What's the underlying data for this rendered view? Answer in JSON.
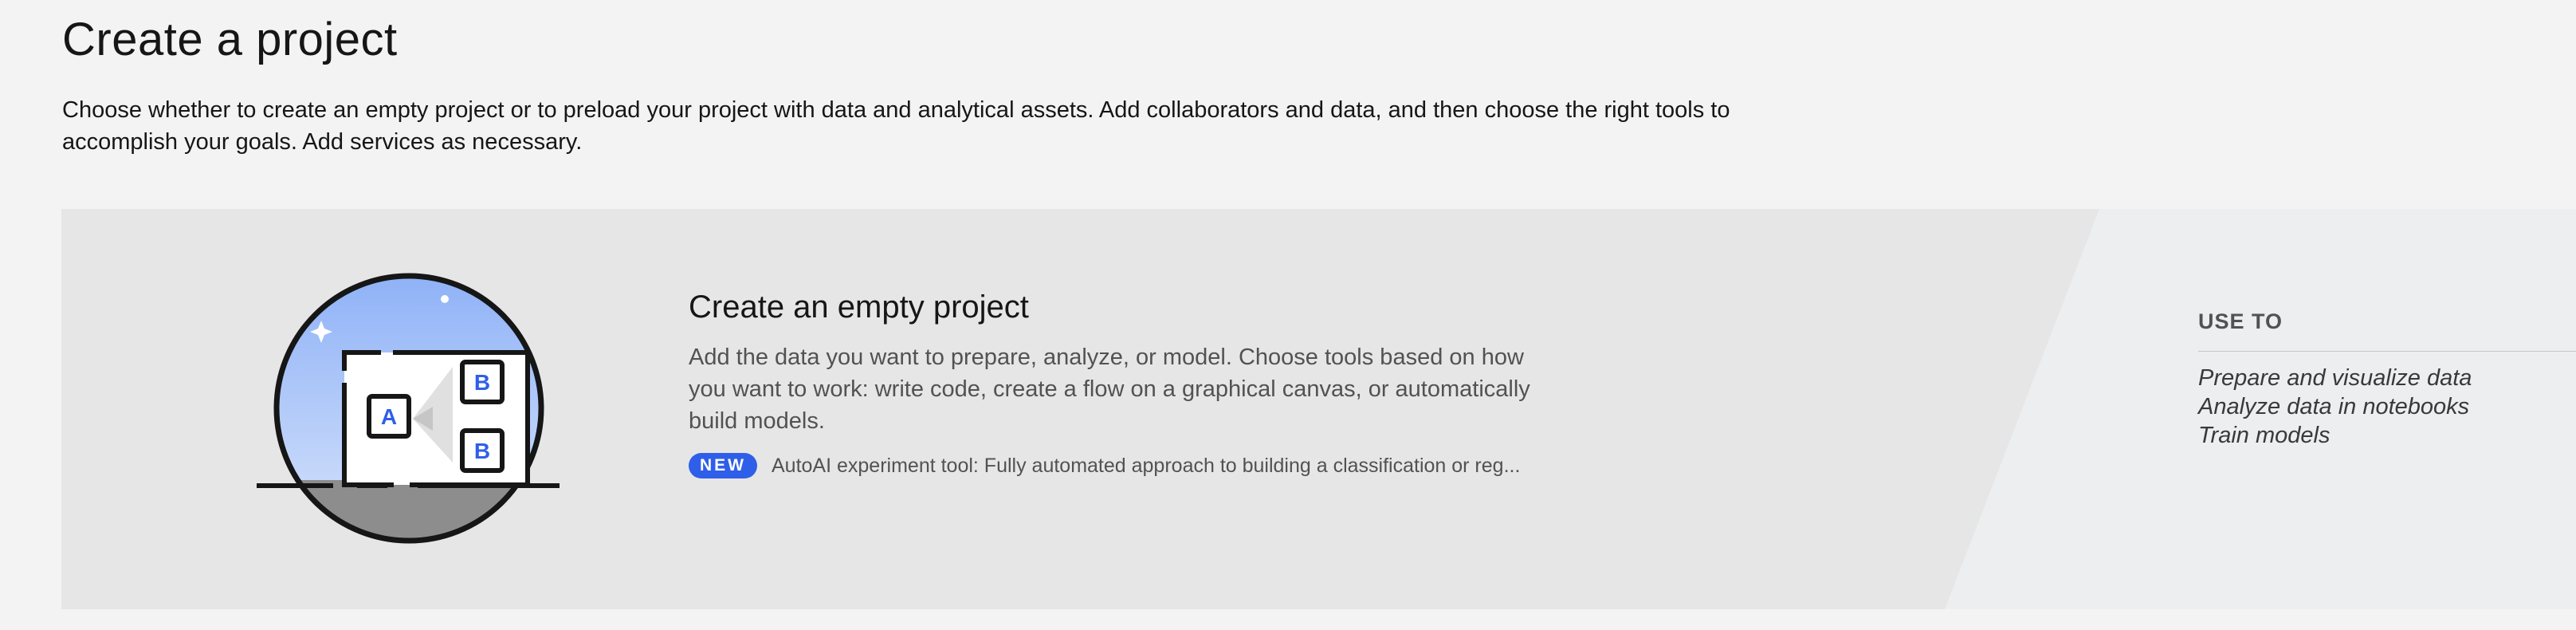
{
  "page": {
    "title": "Create a project",
    "description": "Choose whether to create an empty project or to preload your project with data and analytical assets. Add collaborators and data, and then choose the right tools to accomplish your goals. Add services as necessary."
  },
  "tile": {
    "title": "Create an empty project",
    "description": "Add the data you want to prepare, analyze, or model. Choose tools based on how you want to work: write code, create a flow on a graphical canvas, or automatically build models.",
    "badge": "NEW",
    "badge_text": "AutoAI experiment tool: Fully automated approach to building a classification or reg...",
    "illustration_icon": "empty-project-illustration",
    "illustration_labels": {
      "box_a": "A",
      "box_b1": "B",
      "box_b2": "B"
    },
    "use_to": {
      "heading": "USE TO",
      "items": [
        "Prepare and visualize data",
        "Analyze data in notebooks",
        "Train models"
      ]
    }
  },
  "colors": {
    "badge": "#2f5fe8",
    "tile_bg": "#e6e6e6",
    "tile_right_bg": "#eceeef",
    "sky_top": "#8fb2f7",
    "ground": "#8d8d8d"
  }
}
